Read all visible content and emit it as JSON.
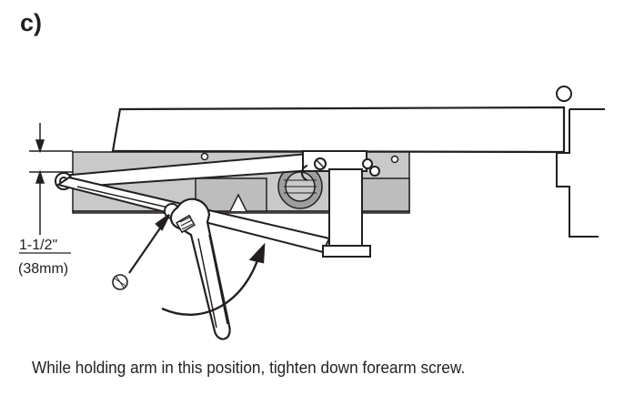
{
  "panel_label": "c)",
  "dimension": {
    "imperial": "1-1/2\"",
    "metric": "(38mm)"
  },
  "caption": "While holding arm in this position, tighten down forearm screw.",
  "colors": {
    "line": "#231f20",
    "shading": "#c9c9c9",
    "shading_dark": "#9e9e9e",
    "background": "#ffffff"
  },
  "icons": [
    "screw-icon",
    "wrench-icon",
    "rotation-arrow-icon"
  ]
}
